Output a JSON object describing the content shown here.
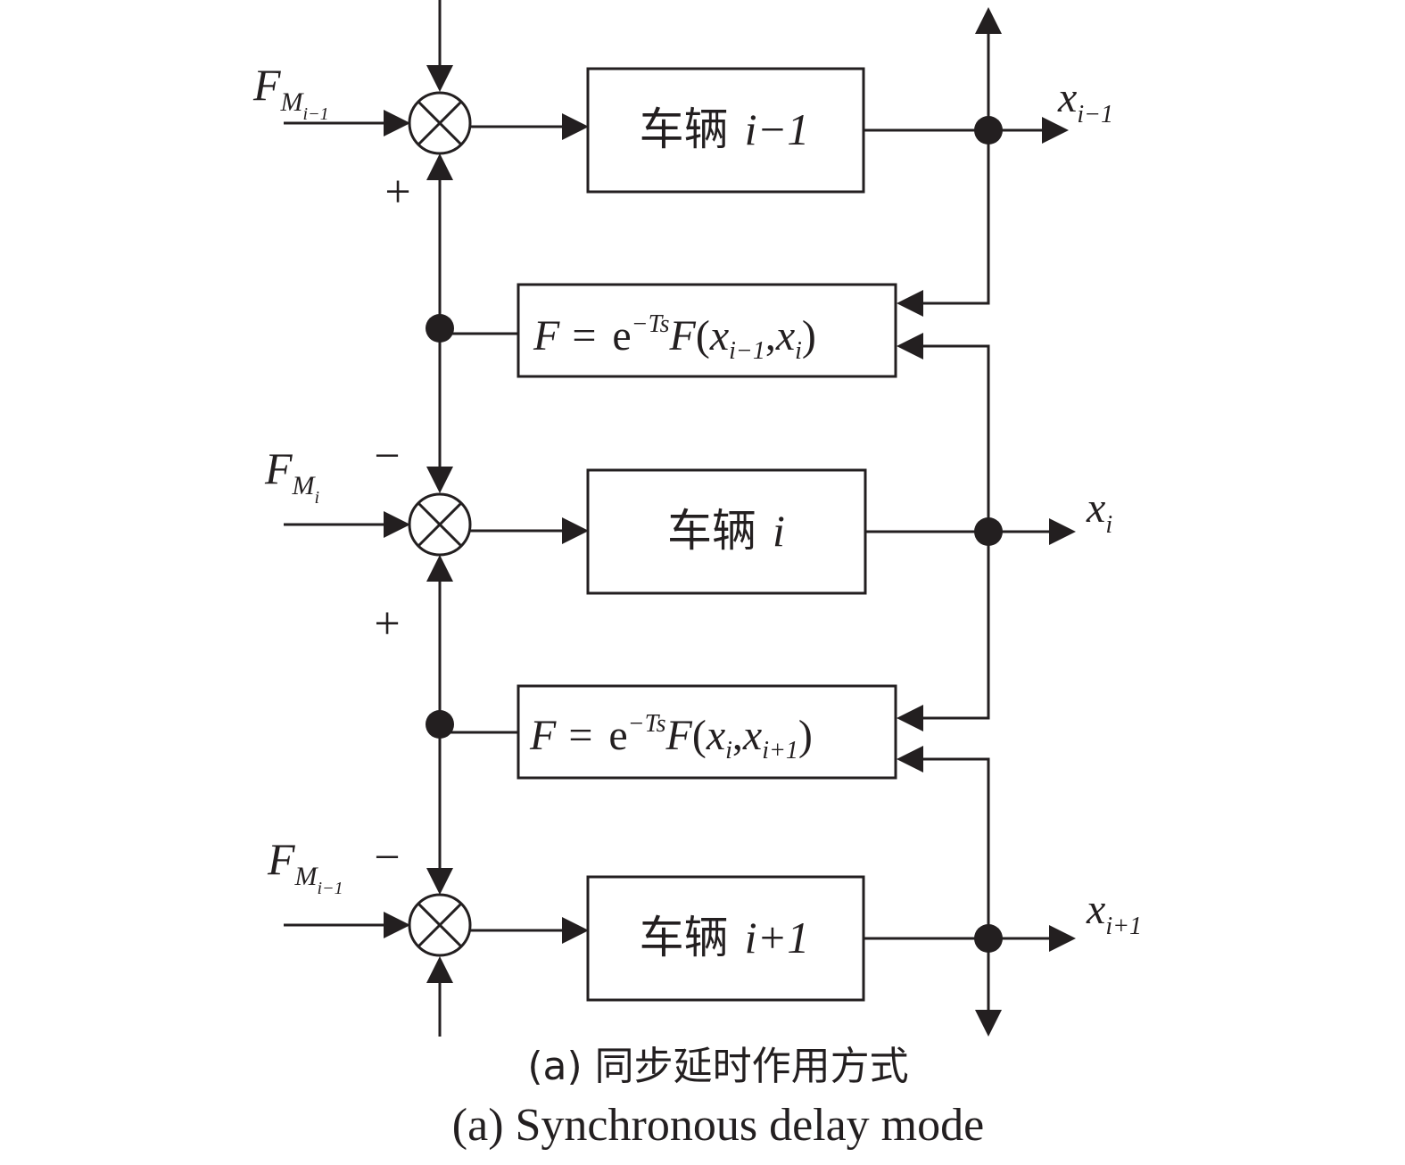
{
  "vehicles": [
    {
      "cn": "车辆",
      "index": "i−1"
    },
    {
      "cn": "车辆",
      "index": "i"
    },
    {
      "cn": "车辆",
      "index": "i+1"
    }
  ],
  "inputs": [
    {
      "symbol": "F",
      "sub": "M",
      "subsub": "i−1"
    },
    {
      "symbol": "F",
      "sub": "M",
      "subsub": "i"
    },
    {
      "symbol": "F",
      "sub": "M",
      "subsub": "i−1"
    }
  ],
  "outputs": [
    {
      "symbol": "x",
      "sub": "i−1"
    },
    {
      "symbol": "x",
      "sub": "i"
    },
    {
      "symbol": "x",
      "sub": "i+1"
    }
  ],
  "delay_blocks": [
    {
      "lhs": "F",
      "eq": "=",
      "base": "e",
      "exp": "−Ts",
      "func": "F",
      "arg1": "x",
      "arg1_sub": "i−1",
      "arg2": "x",
      "arg2_sub": "i"
    },
    {
      "lhs": "F",
      "eq": "=",
      "base": "e",
      "exp": "−Ts",
      "func": "F",
      "arg1": "x",
      "arg1_sub": "i",
      "arg2": "x",
      "arg2_sub": "i+1"
    }
  ],
  "signs": {
    "plus": "+",
    "minus": "−"
  },
  "caption": {
    "cn": "(a) 同步延时作用方式",
    "en": "(a) Synchronous delay mode"
  }
}
